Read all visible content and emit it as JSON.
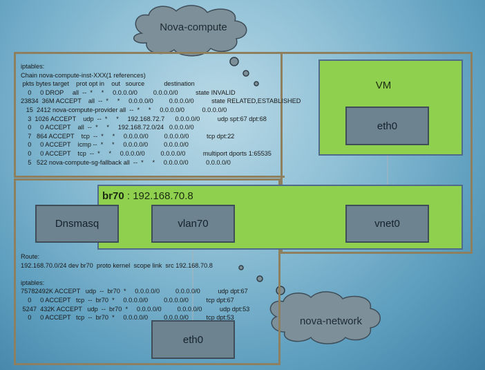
{
  "clouds": {
    "compute": "Nova-compute",
    "network": "nova-network"
  },
  "vm": {
    "label": "VM",
    "eth0": "eth0"
  },
  "bridge": {
    "name": "br70",
    "address": " : 192.168.70.8",
    "dnsmasq": "Dnsmasq",
    "vlan": "vlan70",
    "vnet": "vnet0"
  },
  "eth0_bottom": "eth0",
  "compute_iptables": [
    "iptables:",
    "Chain nova-compute-inst-XXX(1 references)",
    " pkts bytes target    prot opt in    out   source           destination",
    "    0     0 DROP     all  --  *     *     0.0.0.0/0         0.0.0.0/0          state INVALID",
    "23834  36M ACCEPT    all  --  *     *     0.0.0.0/0         0.0.0.0/0          state RELATED,ESTABLISHED",
    "   15  2412 nova-compute-provider all  --  *     *     0.0.0.0/0          0.0.0.0/0",
    "    3  1026 ACCEPT    udp  --  *     *     192.168.72.7      0.0.0.0/0          udp spt:67 dpt:68",
    "    0     0 ACCEPT    all  --  *     *     192.168.72.0/24   0.0.0.0/0",
    "    7   864 ACCEPT    tcp  --  *     *     0.0.0.0/0         0.0.0.0/0          tcp dpt:22",
    "    0     0 ACCEPT    icmp --  *     *     0.0.0.0/0         0.0.0.0/0",
    "    0     0 ACCEPT    tcp  --  *     *     0.0.0.0/0         0.0.0.0/0          multiport dports 1:65535",
    "    5   522 nova-compute-sg-fallback all  --  *     *     0.0.0.0/0          0.0.0.0/0"
  ],
  "network_info": [
    "Route:",
    "192.168.70.0/24 dev br70  proto kernel  scope link  src 192.168.70.8",
    "",
    "iptables:",
    "75782492K ACCEPT   udp  --  br70  *     0.0.0.0/0         0.0.0.0/0          udp dpt:67",
    "    0     0 ACCEPT   tcp  --  br70  *     0.0.0.0/0         0.0.0.0/0          tcp dpt:67",
    " 5247  432K ACCEPT   udp  --  br70  *     0.0.0.0/0         0.0.0.0/0          udp dpt:53",
    "    0     0 ACCEPT   tcp  --  br70  *     0.0.0.0/0         0.0.0.0/0          tcp dpt:53"
  ],
  "colors": {
    "frame": "#8e7f5f",
    "green_box": "#8fd14f",
    "gray_box": "#6d838f",
    "cloud": "#7d8f98"
  }
}
